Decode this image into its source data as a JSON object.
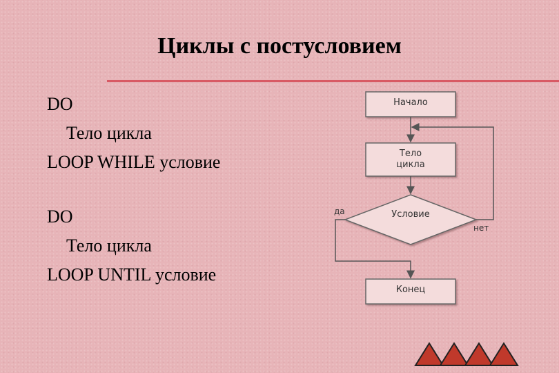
{
  "title": "Циклы с постусловием",
  "block1": {
    "line1": "DO",
    "line2": "Тело цикла",
    "line3": "LOOP WHILE условие"
  },
  "block2": {
    "line1": "DO",
    "line2": "Тело цикла",
    "line3": "LOOP UNTIL условие"
  },
  "flowchart": {
    "start": "Начало",
    "body_line1": "Тело",
    "body_line2": "цикла",
    "condition": "Условие",
    "yes": "да",
    "no": "нет",
    "end": "Конец"
  },
  "colors": {
    "background": "#e7b4b8",
    "rule": "#d85a64",
    "logo_fill": "#c0392b"
  }
}
